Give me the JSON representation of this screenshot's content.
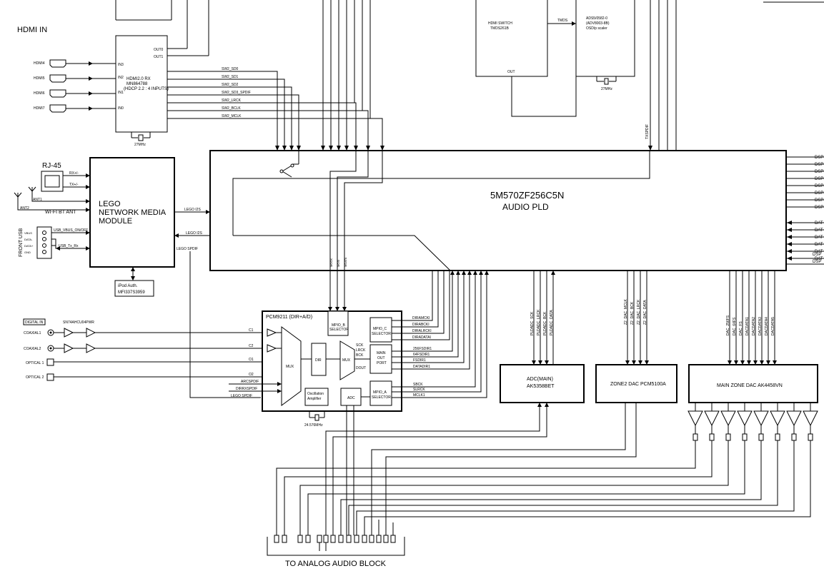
{
  "labels": {
    "hdmi_in": "HDMI IN",
    "rj45": "RJ-45",
    "rx": "RX+/-",
    "tx": "TX+/-",
    "ant1": "ANT1",
    "ant2": "ANT2",
    "wifi_bt_ant": "WI-FI BT ANT",
    "front_usb": "FRONT USB",
    "usb_vbus_label": "VBUS",
    "usb_data_m": "DATA-",
    "usb_data_p": "DATA+",
    "usb_gnd": "GND",
    "usb_vbus_onoff": "USB_VBUS_ON/OFF",
    "usb_tx_rx": "USB_Tx_Rx",
    "digital_in": "DIGITAL IN",
    "buffer_chip": "SN74AHCU04PWR",
    "to_analog": "TO ANALOG AUDIO BLOCK",
    "tmds": "TMDS",
    "txspdif": "TXSPDIF",
    "lego_i2s_1": "LEGO I2S",
    "lego_i2s_2": "LEGO I2S",
    "lego_spdif": "LEGO SPDIF"
  },
  "hdmi_inputs": [
    "HDMI4",
    "HDMI5",
    "HDMI6",
    "HDMI7"
  ],
  "hdmi_rx": {
    "line1": "HDMI2.0 RX",
    "line2": "MN864788",
    "line3": "(HDCP 2.2 : 4 INPUTS)",
    "in_pins": [
      "IN3",
      "IN2",
      "IN1",
      "IN0"
    ],
    "out_pins": [
      "OUT0",
      "OUT1"
    ],
    "crystal": "27MHz"
  },
  "sw_signals": [
    "SW2_SD0",
    "SW2_SD1",
    "SW2_SD2",
    "SW2_SD3_SPDIF",
    "SW2_LRCK",
    "SW2_BCLK",
    "SW2_MCLK"
  ],
  "hdmi_switch": {
    "line1": "HDMI SWITCH",
    "line2": "TMDS261B",
    "out": "OUT"
  },
  "scaler": {
    "line1": "ADS5/0582-0",
    "line2": "(ADV8003-8B)",
    "line3": "OSD/p scaler",
    "crystal": "27MHz"
  },
  "pld": {
    "line1": "5M570ZF256C5N",
    "line2": "AUDIO PLD"
  },
  "lego": {
    "line1": "LEGO",
    "line2": "NETWORK MEDIA",
    "line3": "MODULE"
  },
  "ipod": {
    "line1": "iPod Auth.",
    "line2": "MFI337S3959"
  },
  "digital_inputs": [
    "COAXIAL1",
    "COAXIAL2",
    "OPTICAL 1",
    "OPTICAL 2"
  ],
  "pcm9211": {
    "title": "PCM9211 (DIR+A/D)",
    "mux1": "MUX",
    "dir": "DIR",
    "mux2": "MUX",
    "sck_lines": [
      "SCK",
      "LRCK",
      "BCK"
    ],
    "dout": "DOUT",
    "mpio_b": [
      "MPIO_B",
      "SELECTOR"
    ],
    "mpio_c": [
      "MPIO_C",
      "SELECTOR"
    ],
    "main_out": [
      "MAIN",
      "OUT",
      "PORT"
    ],
    "mpio_a": [
      "MPIO_A",
      "SELECTOR"
    ],
    "osc": [
      "Oscillation",
      "Amplifier"
    ],
    "adc": "ADC",
    "crystal": "24.576MHz",
    "in_pins": [
      "C1",
      "C2",
      "O1",
      "O2"
    ],
    "arc_pins": [
      "ARCSPDIF",
      "DIRRXSPDIF",
      "LEGO SPDIF"
    ],
    "top_pins": [
      "MOCK",
      "MOSI",
      "MDATA"
    ]
  },
  "pcm_right_signals": [
    "DIRAMCKI",
    "DIRABCKI",
    "DIRALRCKI",
    "DIRADATAI",
    "256FSDIR1",
    "64FSDIR1",
    "FSDIR1",
    "DATADIR1",
    "SBCK",
    "SLRCK",
    "MCLK1"
  ],
  "adc_main": {
    "line1": "ADC(MAIN)",
    "line2": "AK5358BET",
    "pins": [
      "PLDADC_SCK",
      "PLDADC_LRCK",
      "PLDADC_BCK",
      "PLDADC_DATA"
    ]
  },
  "zone2_dac": {
    "label": "ZONE2 DAC PCM5100A",
    "pins": [
      "Z2_DAC_MCLK",
      "Z2_DAC_BCK",
      "Z2_DAC_LRCK",
      "Z2_DAC_DATA"
    ]
  },
  "main_dac": {
    "label": "MAIN ZONE DAC AK4458VN",
    "pins": [
      "DAC_256FS",
      "DAC_64FS",
      "DAC_FS",
      "DACDATA1",
      "DACDATA2",
      "DACDATA3",
      "DACDATA4",
      "DACDATA5"
    ]
  },
  "right_edge_top": [
    "DSP",
    "DSP",
    "DSP",
    "DSP",
    "DSP",
    "DSP",
    "DSP",
    "DSP"
  ],
  "right_edge_bottom": [
    "DAT",
    "DAT",
    "DAT",
    "DAT",
    "DAT",
    "DAT",
    "DSP",
    "DSP"
  ]
}
